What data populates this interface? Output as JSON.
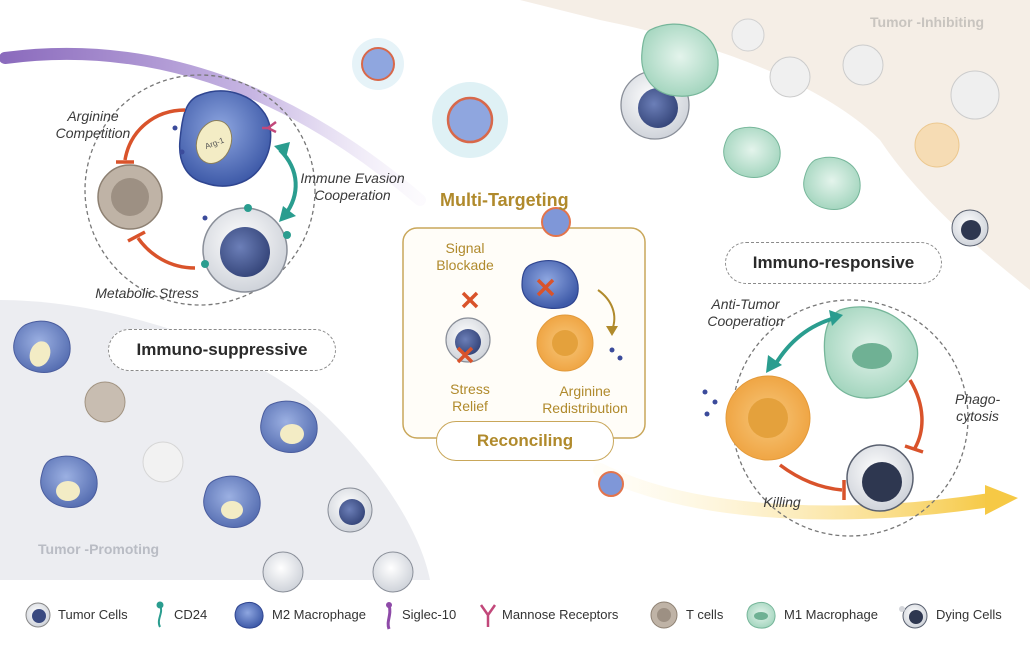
{
  "regions": {
    "tumor_inhibiting": "Tumor -Inhibiting",
    "tumor_promoting": "Tumor -Promoting"
  },
  "left_panel": {
    "arginine_competition": "Arginine Competition",
    "immune_evasion": "Immune Evasion Cooperation",
    "metabolic_stress": "Metabolic Stress",
    "arg1_label": "Arg-1",
    "pill": "Immuno-suppressive"
  },
  "center_panel": {
    "title": "Multi-Targeting",
    "signal_blockade": "Signal Blockade",
    "stress_relief": "Stress Relief",
    "arginine_redistribution": "Arginine Redistribution",
    "pill": "Reconciling"
  },
  "right_panel": {
    "pill": "Immuno-responsive",
    "anti_tumor": "Anti-Tumor Cooperation",
    "phagocytosis": "Phago- cytosis",
    "killing": "Killing"
  },
  "legend": [
    {
      "icon": "tumor-cell-icon",
      "label": "Tumor Cells"
    },
    {
      "icon": "cd24-icon",
      "label": "CD24"
    },
    {
      "icon": "m2-macrophage-icon",
      "label": "M2 Macrophage"
    },
    {
      "icon": "siglec10-icon",
      "label": "Siglec-10"
    },
    {
      "icon": "mannose-receptor-icon",
      "label": "Mannose Receptors"
    },
    {
      "icon": "t-cell-icon",
      "label": "T cells"
    },
    {
      "icon": "m1-macrophage-icon",
      "label": "M1 Macrophage"
    },
    {
      "icon": "dying-cell-icon",
      "label": "Dying Cells"
    }
  ],
  "colors": {
    "m2_blue": "#5b78c4",
    "m1_green": "#bfe3d2",
    "t_cell": "#b9ad9f",
    "orange_cell": "#f3b25c",
    "inhibit_red": "#d9532b",
    "teal_arrow": "#2a9d8f",
    "gold": "#b08a2c"
  }
}
